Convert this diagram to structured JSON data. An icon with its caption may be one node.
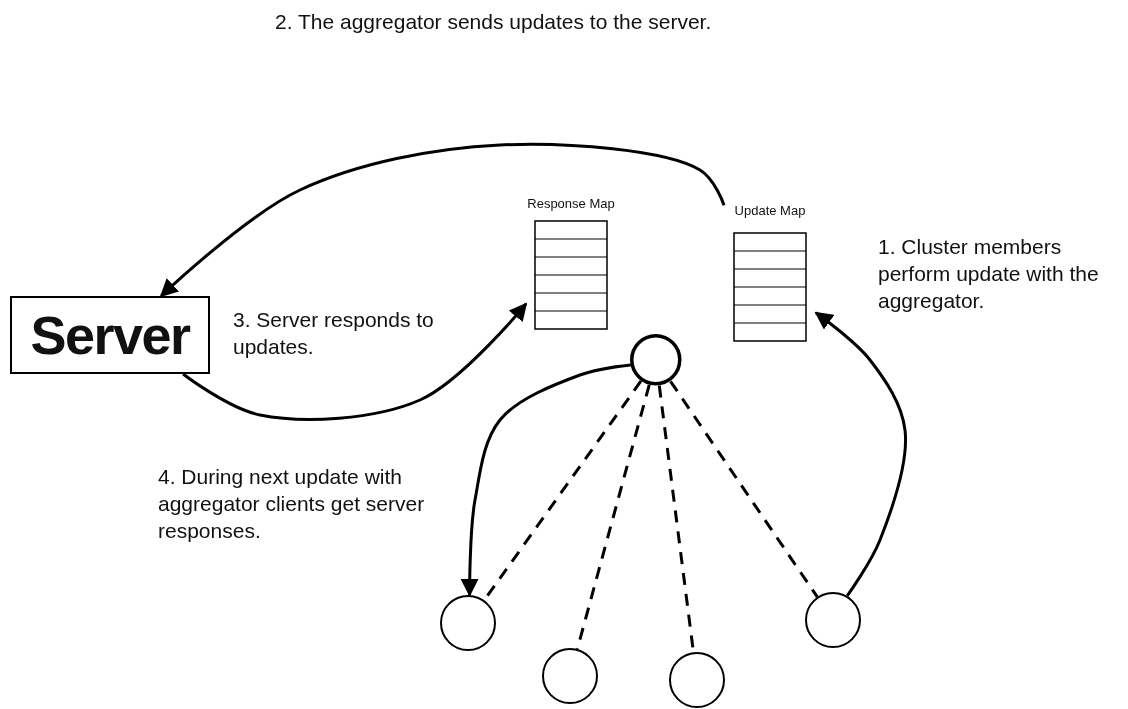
{
  "diagram": {
    "nodes": [
      {
        "text": [
          "Server"
        ]
      },
      {
        "text": [
          "Response Map"
        ]
      },
      {
        "text": [
          "Update Map"
        ]
      },
      {
        "text": [],
        "shape": "circle"
      },
      {
        "text": [],
        "shape": "circle"
      },
      {
        "text": [],
        "shape": "circle"
      },
      {
        "text": [],
        "shape": "circle"
      },
      {
        "text": [],
        "shape": "circle"
      }
    ],
    "edges": [
      {
        "from": 2,
        "to": 0,
        "arrow": "to"
      },
      {
        "from": 0,
        "to": 1,
        "arrow": "to"
      },
      {
        "from": 7,
        "to": 2,
        "arrow": "to"
      },
      {
        "from": 3,
        "to": 4,
        "arrow": "to"
      },
      {
        "from": 3,
        "to": 4,
        "arrow": "none",
        "style": "dashed"
      },
      {
        "from": 3,
        "to": 5,
        "arrow": "none",
        "style": "dashed"
      },
      {
        "from": 3,
        "to": 6,
        "arrow": "none",
        "style": "dashed"
      },
      {
        "from": 3,
        "to": 7,
        "arrow": "none",
        "style": "dashed"
      }
    ],
    "labels": [
      "2. The aggregator sends updates to the server.",
      "3. Server responds to updates.",
      "1. Cluster members perform update with the aggregator.",
      "4. During next update with aggregator clients get server responses."
    ]
  }
}
